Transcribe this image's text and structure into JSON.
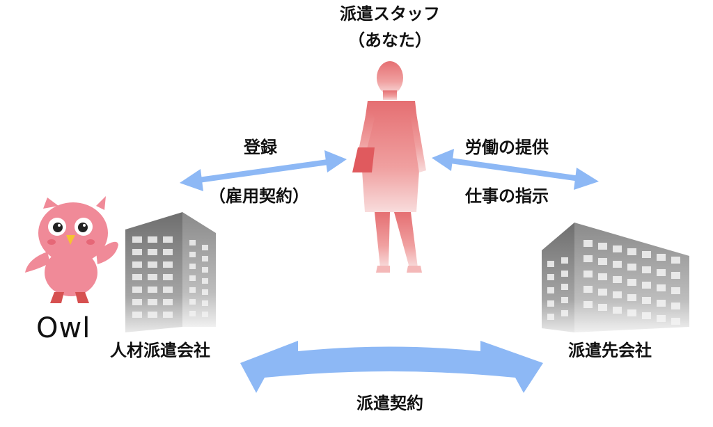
{
  "nodes": {
    "staff": {
      "title": "派遣スタッフ",
      "subtitle": "（あなた）"
    },
    "agency": {
      "label": "人材派遣会社"
    },
    "client": {
      "label": "派遣先会社"
    }
  },
  "relations": {
    "registration": {
      "label": "登録",
      "sublabel": "（雇用契約）"
    },
    "labor": {
      "label": "労働の提供",
      "sublabel": "仕事の指示"
    },
    "dispatch": {
      "label": "派遣契約"
    }
  },
  "mascot": {
    "logo_text": "Owl"
  },
  "colors": {
    "arrow": "#8db8f5",
    "person": "#ee8585",
    "building": "#8a8a8a",
    "owl": "#f08a98"
  }
}
